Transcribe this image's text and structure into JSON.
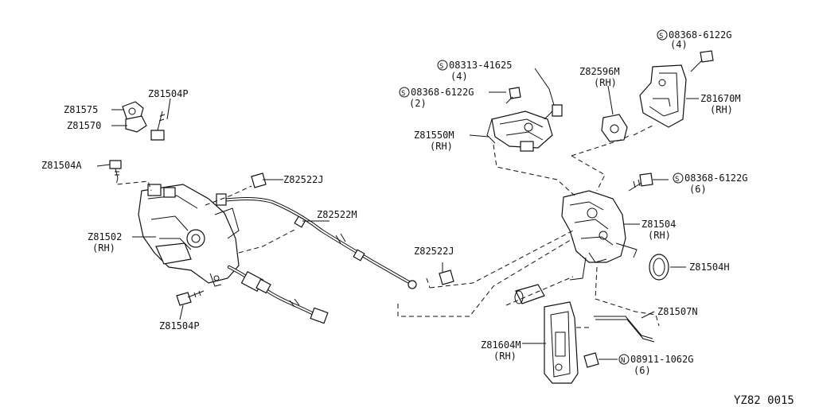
{
  "labels": {
    "z81575": "Z81575",
    "z81570": "Z81570",
    "z81504p_top": "Z81504P",
    "z81504a": "Z81504A",
    "z81502": "Z81502",
    "z81502_rh": "(RH)",
    "z81504p_bottom": "Z81504P",
    "z82522j_top": "Z82522J",
    "z82522m": "Z82522M",
    "z82522j_bottom": "Z82522J",
    "bolt_08313": "08313-41625",
    "bolt_08313_qty": "(4)",
    "bolt_08368_a": "08368-6122G",
    "bolt_08368_a_qty": "(2)",
    "z81550m": "Z81550M",
    "z81550m_rh": "(RH)",
    "z82596m": "Z82596M",
    "z82596m_rh": "(RH)",
    "bolt_08368_b": "08368-6122G",
    "bolt_08368_b_qty": "(4)",
    "z81670m": "Z81670M",
    "z81670m_rh": "(RH)",
    "bolt_08368_c": "08368-6122G",
    "bolt_08368_c_qty": "(6)",
    "z81504": "Z81504",
    "z81504_rh": "(RH)",
    "z81504h": "Z81504H",
    "z81507n": "Z81507N",
    "z81604m": "Z81604M",
    "z81604m_rh": "(RH)",
    "nut_08911": "08911-1062G",
    "nut_08911_qty": "(6)",
    "ref_code": "YZ82  0015"
  },
  "symbols": {
    "screw": "S",
    "nut": "N"
  }
}
